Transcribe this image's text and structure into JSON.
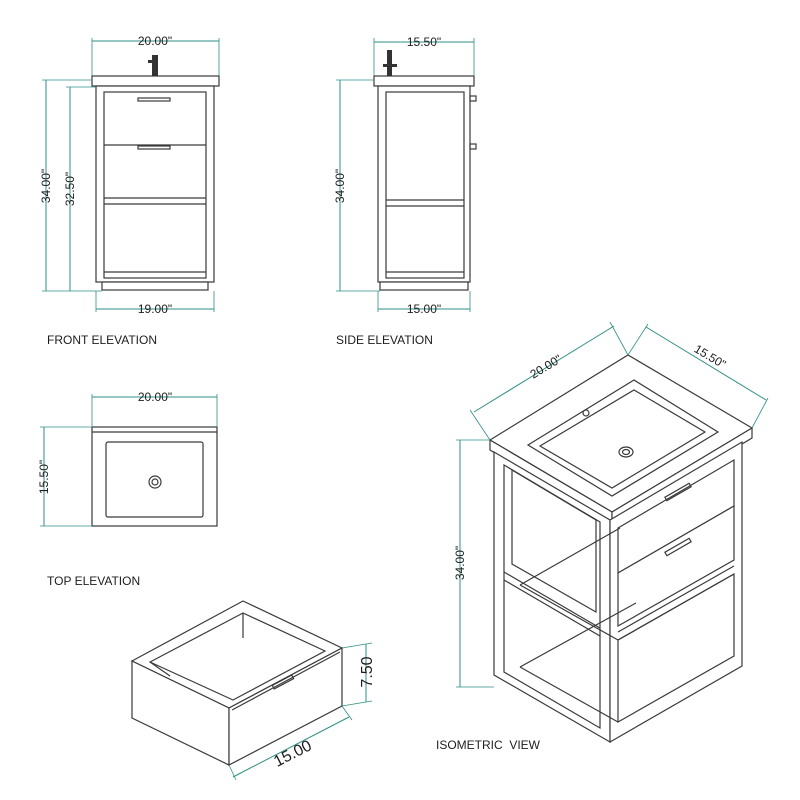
{
  "front_elevation": {
    "caption": "FRONT ELEVATION",
    "top_width": "20.00\"",
    "height_total": "34.00\"",
    "height_cabinet": "32.50\"",
    "bottom_width": "19.00\""
  },
  "side_elevation": {
    "caption": "SIDE ELEVATION",
    "top_depth": "15.50\"",
    "height_total": "34.00\"",
    "bottom_depth": "15.00\""
  },
  "top_elevation": {
    "caption": "TOP ELEVATION",
    "width": "20.00\"",
    "depth": "15.50\""
  },
  "drawer": {
    "height": "7.50",
    "width": "15.00"
  },
  "isometric_view": {
    "caption": "ISOMETRIC  VIEW",
    "width": "20.00\"",
    "depth": "15.50\"",
    "height": "34.00\""
  },
  "colors": {
    "dimension_line": "#2f8f86",
    "outline": "#3a3a3a"
  }
}
